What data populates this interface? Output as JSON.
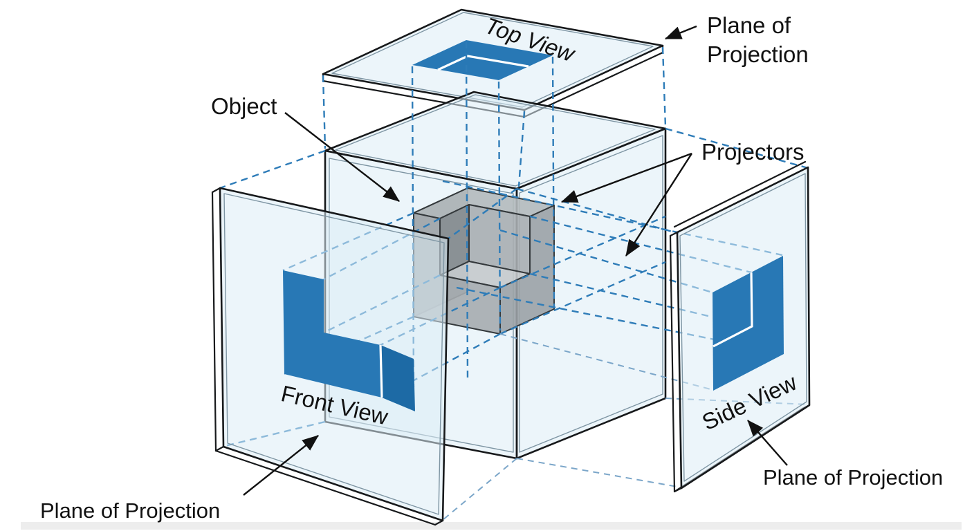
{
  "figure": {
    "description": "Glass box method of orthographic projection showing an object inside transparent planes of projection"
  },
  "labels": {
    "top_view": "Top View",
    "front_view": "Front View",
    "side_view": "Side View",
    "object": "Object",
    "projectors": "Projectors",
    "plane_of_projection_top_line1": "Plane of",
    "plane_of_projection_top_line2": "Projection",
    "plane_of_projection_bottom_left": "Plane of Projection",
    "plane_of_projection_bottom_right": "Plane of Projection"
  },
  "colors": {
    "background": "#ffffff",
    "projection_blue": "#2878b5",
    "projection_blue_dark": "#1d6aa5",
    "projector_line": "#2e7cb8",
    "projector_line_light": "#7ba6c9",
    "glass_fill": "#ddedf6",
    "glass_stroke": "#17191b",
    "inner_edge": "#7e95a3",
    "object_top": "#b4babc",
    "object_front": "#a6acaf",
    "object_side": "#9ba2a6",
    "object_dark": "#8a9094",
    "object_floor": "#c5cacc",
    "object_back_wall": "#a8aeb1",
    "object_stroke": "#34393c",
    "label_text": "#111111",
    "page_shadow": "#c8c8c8"
  }
}
